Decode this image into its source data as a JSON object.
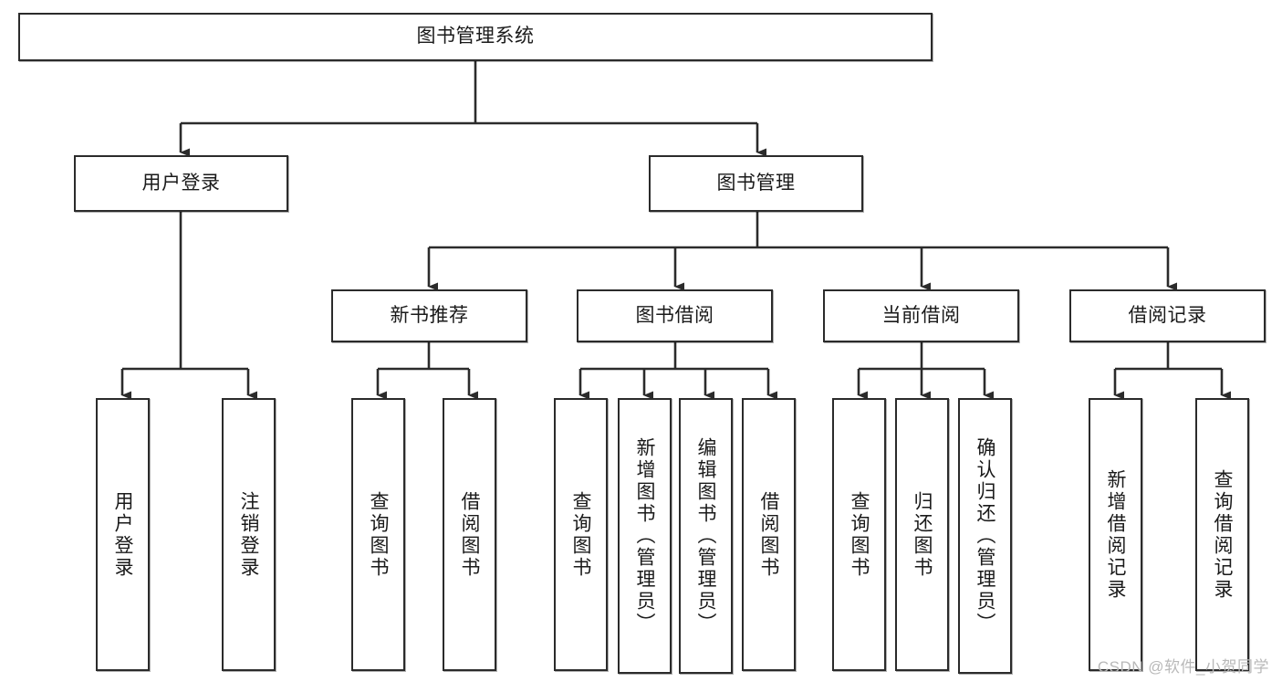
{
  "diagram": {
    "title": "图书管理系统",
    "type": "hierarchy-tree",
    "watermark": "CSDN @软件_小贺同学",
    "colors": {
      "node_border": "#2b2b2b",
      "node_fill": "#ffffff",
      "edge": "#2b2b2b",
      "text": "#1a1a1a",
      "watermark": "#b9b9b9"
    },
    "nodes": {
      "root": {
        "label": "图书管理系统",
        "orientation": "horizontal"
      },
      "level1": [
        {
          "label": "用户登录",
          "orientation": "horizontal"
        },
        {
          "label": "图书管理",
          "orientation": "horizontal"
        }
      ],
      "level2": [
        {
          "label": "新书推荐",
          "orientation": "horizontal"
        },
        {
          "label": "图书借阅",
          "orientation": "horizontal"
        },
        {
          "label": "当前借阅",
          "orientation": "horizontal"
        },
        {
          "label": "借阅记录",
          "orientation": "horizontal"
        }
      ],
      "leaves": {
        "user_login": [
          {
            "label": "用户登录",
            "orientation": "vertical"
          },
          {
            "label": "注销登录",
            "orientation": "vertical"
          }
        ],
        "new_book_recommend": [
          {
            "label": "查询图书",
            "orientation": "vertical"
          },
          {
            "label": "借阅图书",
            "orientation": "vertical"
          }
        ],
        "book_borrow": [
          {
            "label": "查询图书",
            "orientation": "vertical"
          },
          {
            "label": "新增图书（管理员）",
            "orientation": "vertical"
          },
          {
            "label": "编辑图书（管理员）",
            "orientation": "vertical"
          },
          {
            "label": "借阅图书",
            "orientation": "vertical"
          }
        ],
        "current_borrow": [
          {
            "label": "查询图书",
            "orientation": "vertical"
          },
          {
            "label": "归还图书",
            "orientation": "vertical"
          },
          {
            "label": "确认归还（管理员）",
            "orientation": "vertical"
          }
        ],
        "borrow_record": [
          {
            "label": "新增借阅记录",
            "orientation": "vertical"
          },
          {
            "label": "查询借阅记录",
            "orientation": "vertical"
          }
        ]
      }
    }
  }
}
